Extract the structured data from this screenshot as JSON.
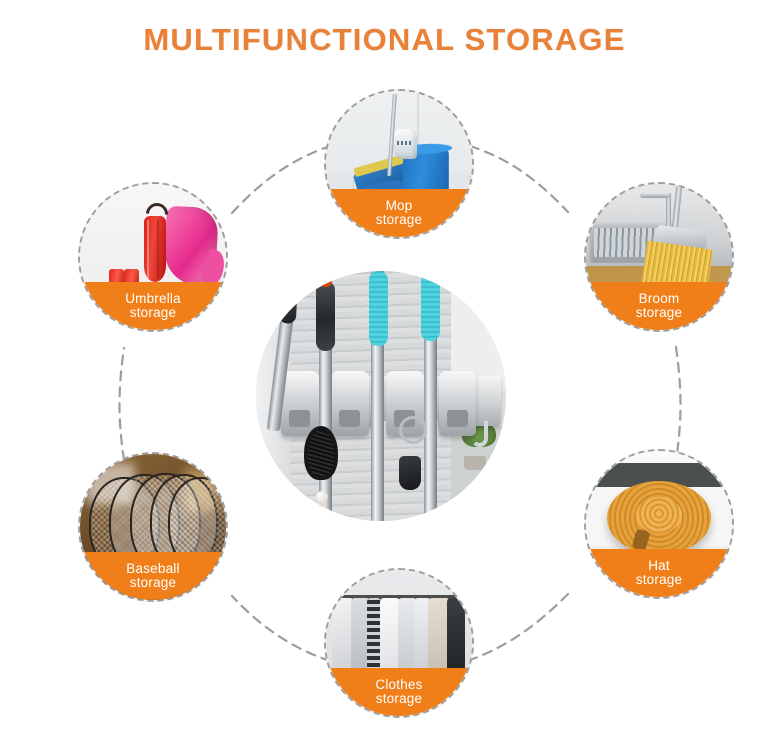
{
  "page": {
    "title": "MULTIFUNCTIONAL STORAGE",
    "background_color": "#ffffff",
    "title_color": "#e8823a",
    "accent_color": "#f07f1a",
    "dashed_line_color": "#9d9d9d",
    "label_text_color": "#ffffff"
  },
  "center": {
    "name": "product-photo",
    "alt": "Wall-mounted mop and broom holder rack with gray roller slots and hooks, holding two teal-handled brooms, a black-handled mop, a beaded lanyard and a key fob against a gray wood-plank wall"
  },
  "nodes": [
    {
      "id": "mop",
      "label_line1": "Mop",
      "label_line2": "storage",
      "alt": "Blue mop bucket with white wringer and a blue flat mop on a white tiled floor"
    },
    {
      "id": "broom",
      "label_line1": "Broom",
      "label_line2": "storage",
      "alt": "Yellow-bristled broom leaning by a stainless steel sink on a wooden floor"
    },
    {
      "id": "hat",
      "label_line1": "Hat",
      "label_line2": "storage",
      "alt": "Woven straw sun hat lying on a white surface"
    },
    {
      "id": "clothes",
      "label_line1": "Clothes",
      "label_line2": "storage",
      "alt": "Grey, white and beige garments hanging on a clothes rail"
    },
    {
      "id": "baseball",
      "label_line1": "Baseball",
      "label_line2": "storage",
      "alt": "Row of rackets displayed on a store rack"
    },
    {
      "id": "umbrella",
      "label_line1": "Umbrella",
      "label_line2": "storage",
      "alt": "Red folded umbrella with red rain boots and a pink raincoat against a white wall"
    }
  ]
}
